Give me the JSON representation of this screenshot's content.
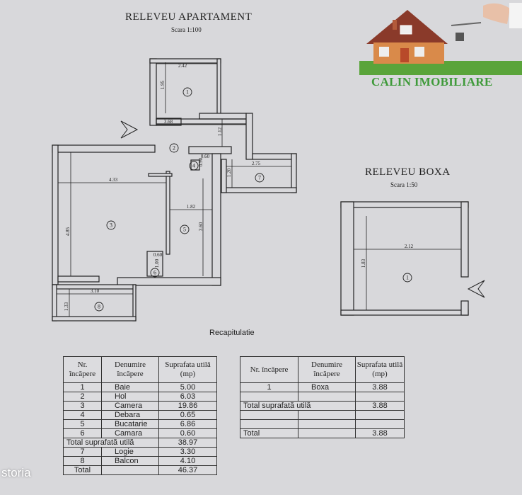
{
  "header": {
    "title": "RELEVEU APARTAMENT",
    "scale": "Scara 1:100"
  },
  "logo": {
    "brand": "CALIN IMOBILIARE",
    "brand_color": "#3f9a3a"
  },
  "plan": {
    "rooms": [
      "1",
      "2",
      "3",
      "4",
      "5",
      "6",
      "7",
      "8"
    ],
    "dims": [
      "2.42",
      "1.95",
      "3.68",
      "1.12",
      "0.60",
      "0.90",
      "2.75",
      "1.20",
      "4.33",
      "1.82",
      "3.60",
      "4.85",
      "0.60",
      "1.00",
      "3.10",
      "1.33"
    ]
  },
  "boxa": {
    "title": "RELEVEU BOXA",
    "scale": "Scara 1:50",
    "room": "1",
    "dims": [
      "2.12",
      "1.83"
    ]
  },
  "recap_label": "Recapitulatie",
  "apartment_table": {
    "headers": [
      "Nr. încăpere",
      "Denumire încăpere",
      "Suprafata utilă (mp)"
    ],
    "rows": [
      {
        "nr": "1",
        "name": "Baie",
        "area": "5.00"
      },
      {
        "nr": "2",
        "name": "Hol",
        "area": "6.03"
      },
      {
        "nr": "3",
        "name": "Camera",
        "area": "19.86"
      },
      {
        "nr": "4",
        "name": "Debara",
        "area": "0.65"
      },
      {
        "nr": "5",
        "name": "Bucatarie",
        "area": "6.86"
      },
      {
        "nr": "6",
        "name": "Camara",
        "area": "0.60"
      }
    ],
    "subtotal_label": "Total suprafată utilă",
    "subtotal": "38.97",
    "extra_rows": [
      {
        "nr": "7",
        "name": "Logie",
        "area": "3.30"
      },
      {
        "nr": "8",
        "name": "Balcon",
        "area": "4.10"
      }
    ],
    "total_label": "Total",
    "total": "46.37"
  },
  "boxa_table": {
    "headers": [
      "Nr. încăpere",
      "Denumire încăpere",
      "Suprafata utilă (mp)"
    ],
    "row": {
      "nr": "1",
      "name": "Boxa",
      "area": "3.88"
    },
    "subtotal_label": "Total suprafată utilă",
    "subtotal": "3.88",
    "total_label": "Total",
    "total": "3.88"
  },
  "watermark": "storia"
}
